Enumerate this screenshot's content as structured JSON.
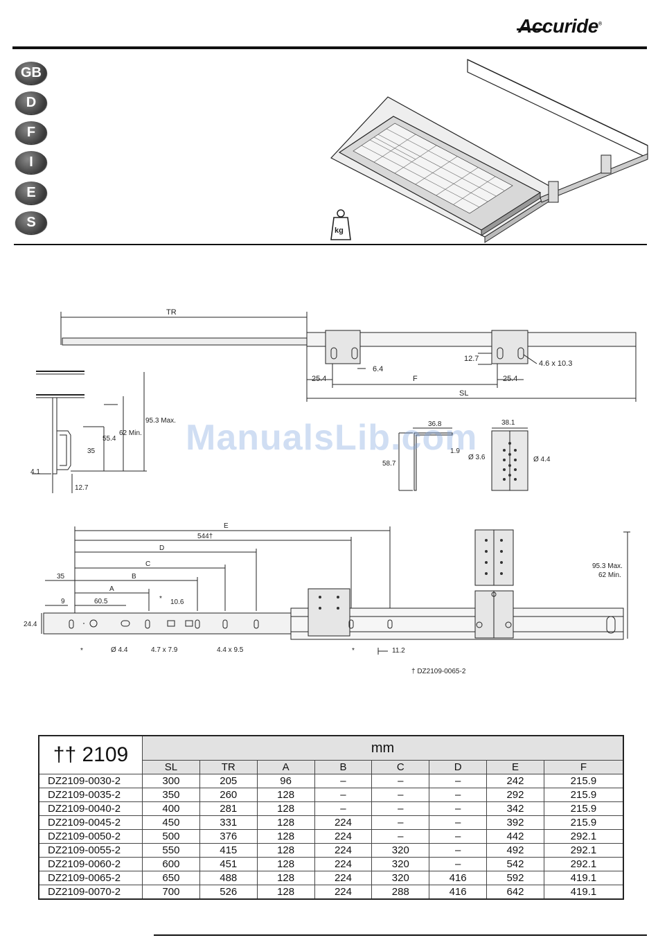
{
  "brand": {
    "name": "Accuride",
    "reg": "®"
  },
  "languages": [
    "GB",
    "D",
    "F",
    "I",
    "E",
    "S"
  ],
  "weight_icon": {
    "label": "kg"
  },
  "watermark": "ManualsLib.com",
  "dims": {
    "tr": "TR",
    "sl": "SL",
    "f": "F",
    "d25a": "25.4",
    "d25b": "25.4",
    "d64": "6.4",
    "d127": "12.7",
    "slot": "4.6 x 10.3",
    "max953": "95.3 Max.",
    "min62": "62 Min.",
    "d554": "55.4",
    "d35": "35",
    "d41": "4.1",
    "d127b": "12.7",
    "d368": "36.8",
    "d587": "58.7",
    "d19": "1.9",
    "d381": "38.1",
    "dia36": "Ø 3.6",
    "dia44": "Ø 4.4",
    "e": "E",
    "d544": "544†",
    "d": "D",
    "c": "C",
    "b": "B",
    "a": "A",
    "d35b": "35",
    "d9": "9",
    "d605": "60.5",
    "d106": "10.6",
    "d244": "24.4",
    "dia44b": "Ø 4.4",
    "s4779": "4.7 x 7.9",
    "s4495": "4.4 x 9.5",
    "d112": "11.2",
    "max953b": "95.3 Max.",
    "min62b": "62 Min.",
    "star": "*",
    "footnote": "† DZ2109-0065-2"
  },
  "table": {
    "series": "†† 2109",
    "unit": "mm",
    "columns": [
      "SL",
      "TR",
      "A",
      "B",
      "C",
      "D",
      "E",
      "F"
    ],
    "rows": [
      [
        "DZ2109-0030-2",
        "300",
        "205",
        "96",
        "–",
        "–",
        "–",
        "242",
        "215.9"
      ],
      [
        "DZ2109-0035-2",
        "350",
        "260",
        "128",
        "–",
        "–",
        "–",
        "292",
        "215.9"
      ],
      [
        "DZ2109-0040-2",
        "400",
        "281",
        "128",
        "–",
        "–",
        "–",
        "342",
        "215.9"
      ],
      [
        "DZ2109-0045-2",
        "450",
        "331",
        "128",
        "224",
        "–",
        "–",
        "392",
        "215.9"
      ],
      [
        "DZ2109-0050-2",
        "500",
        "376",
        "128",
        "224",
        "–",
        "–",
        "442",
        "292.1"
      ],
      [
        "DZ2109-0055-2",
        "550",
        "415",
        "128",
        "224",
        "320",
        "–",
        "492",
        "292.1"
      ],
      [
        "DZ2109-0060-2",
        "600",
        "451",
        "128",
        "224",
        "320",
        "–",
        "542",
        "292.1"
      ],
      [
        "DZ2109-0065-2",
        "650",
        "488",
        "128",
        "224",
        "320",
        "416",
        "592",
        "419.1"
      ],
      [
        "DZ2109-0070-2",
        "700",
        "526",
        "128",
        "224",
        "288",
        "416",
        "642",
        "419.1"
      ]
    ]
  }
}
